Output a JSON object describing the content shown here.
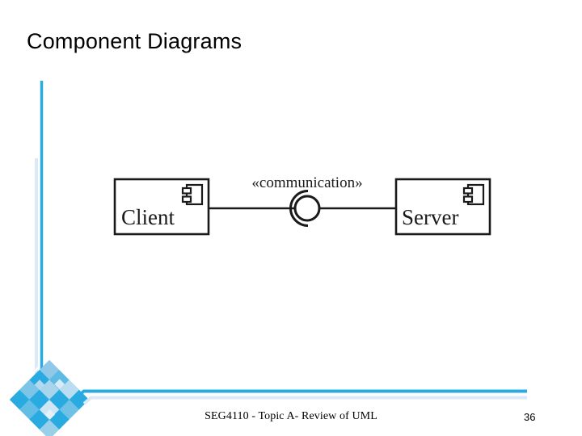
{
  "slide": {
    "title": "Component Diagrams",
    "background_color": "#ffffff",
    "accent_color": "#29ABE2",
    "accent_pale_color": "#DCEAF7"
  },
  "diagram": {
    "type": "uml-component-diagram",
    "components": [
      {
        "id": "client",
        "name": "Client",
        "icon": "component-icon"
      },
      {
        "id": "server",
        "name": "Server",
        "icon": "component-icon"
      }
    ],
    "connector": {
      "kind": "assembly-ball-and-socket",
      "stereotype": "«communication»"
    }
  },
  "footer": {
    "text": "SEG4110 - Topic A-  Review of UML",
    "page_number": "36"
  }
}
